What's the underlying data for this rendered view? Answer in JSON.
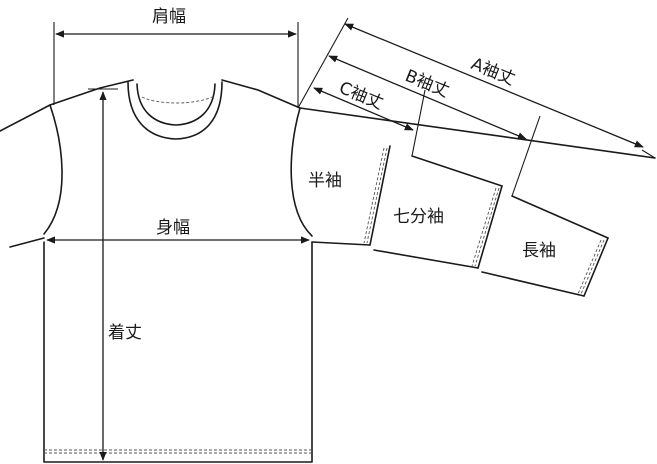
{
  "labels": {
    "shoulder_width": "肩幅",
    "body_width": "身幅",
    "length": "着丈",
    "half_sleeve": "半袖",
    "three_quarter_sleeve": "七分袖",
    "long_sleeve": "長袖",
    "sleeve_a": "A袖丈",
    "sleeve_b": "B袖丈",
    "sleeve_c": "C袖丈"
  }
}
